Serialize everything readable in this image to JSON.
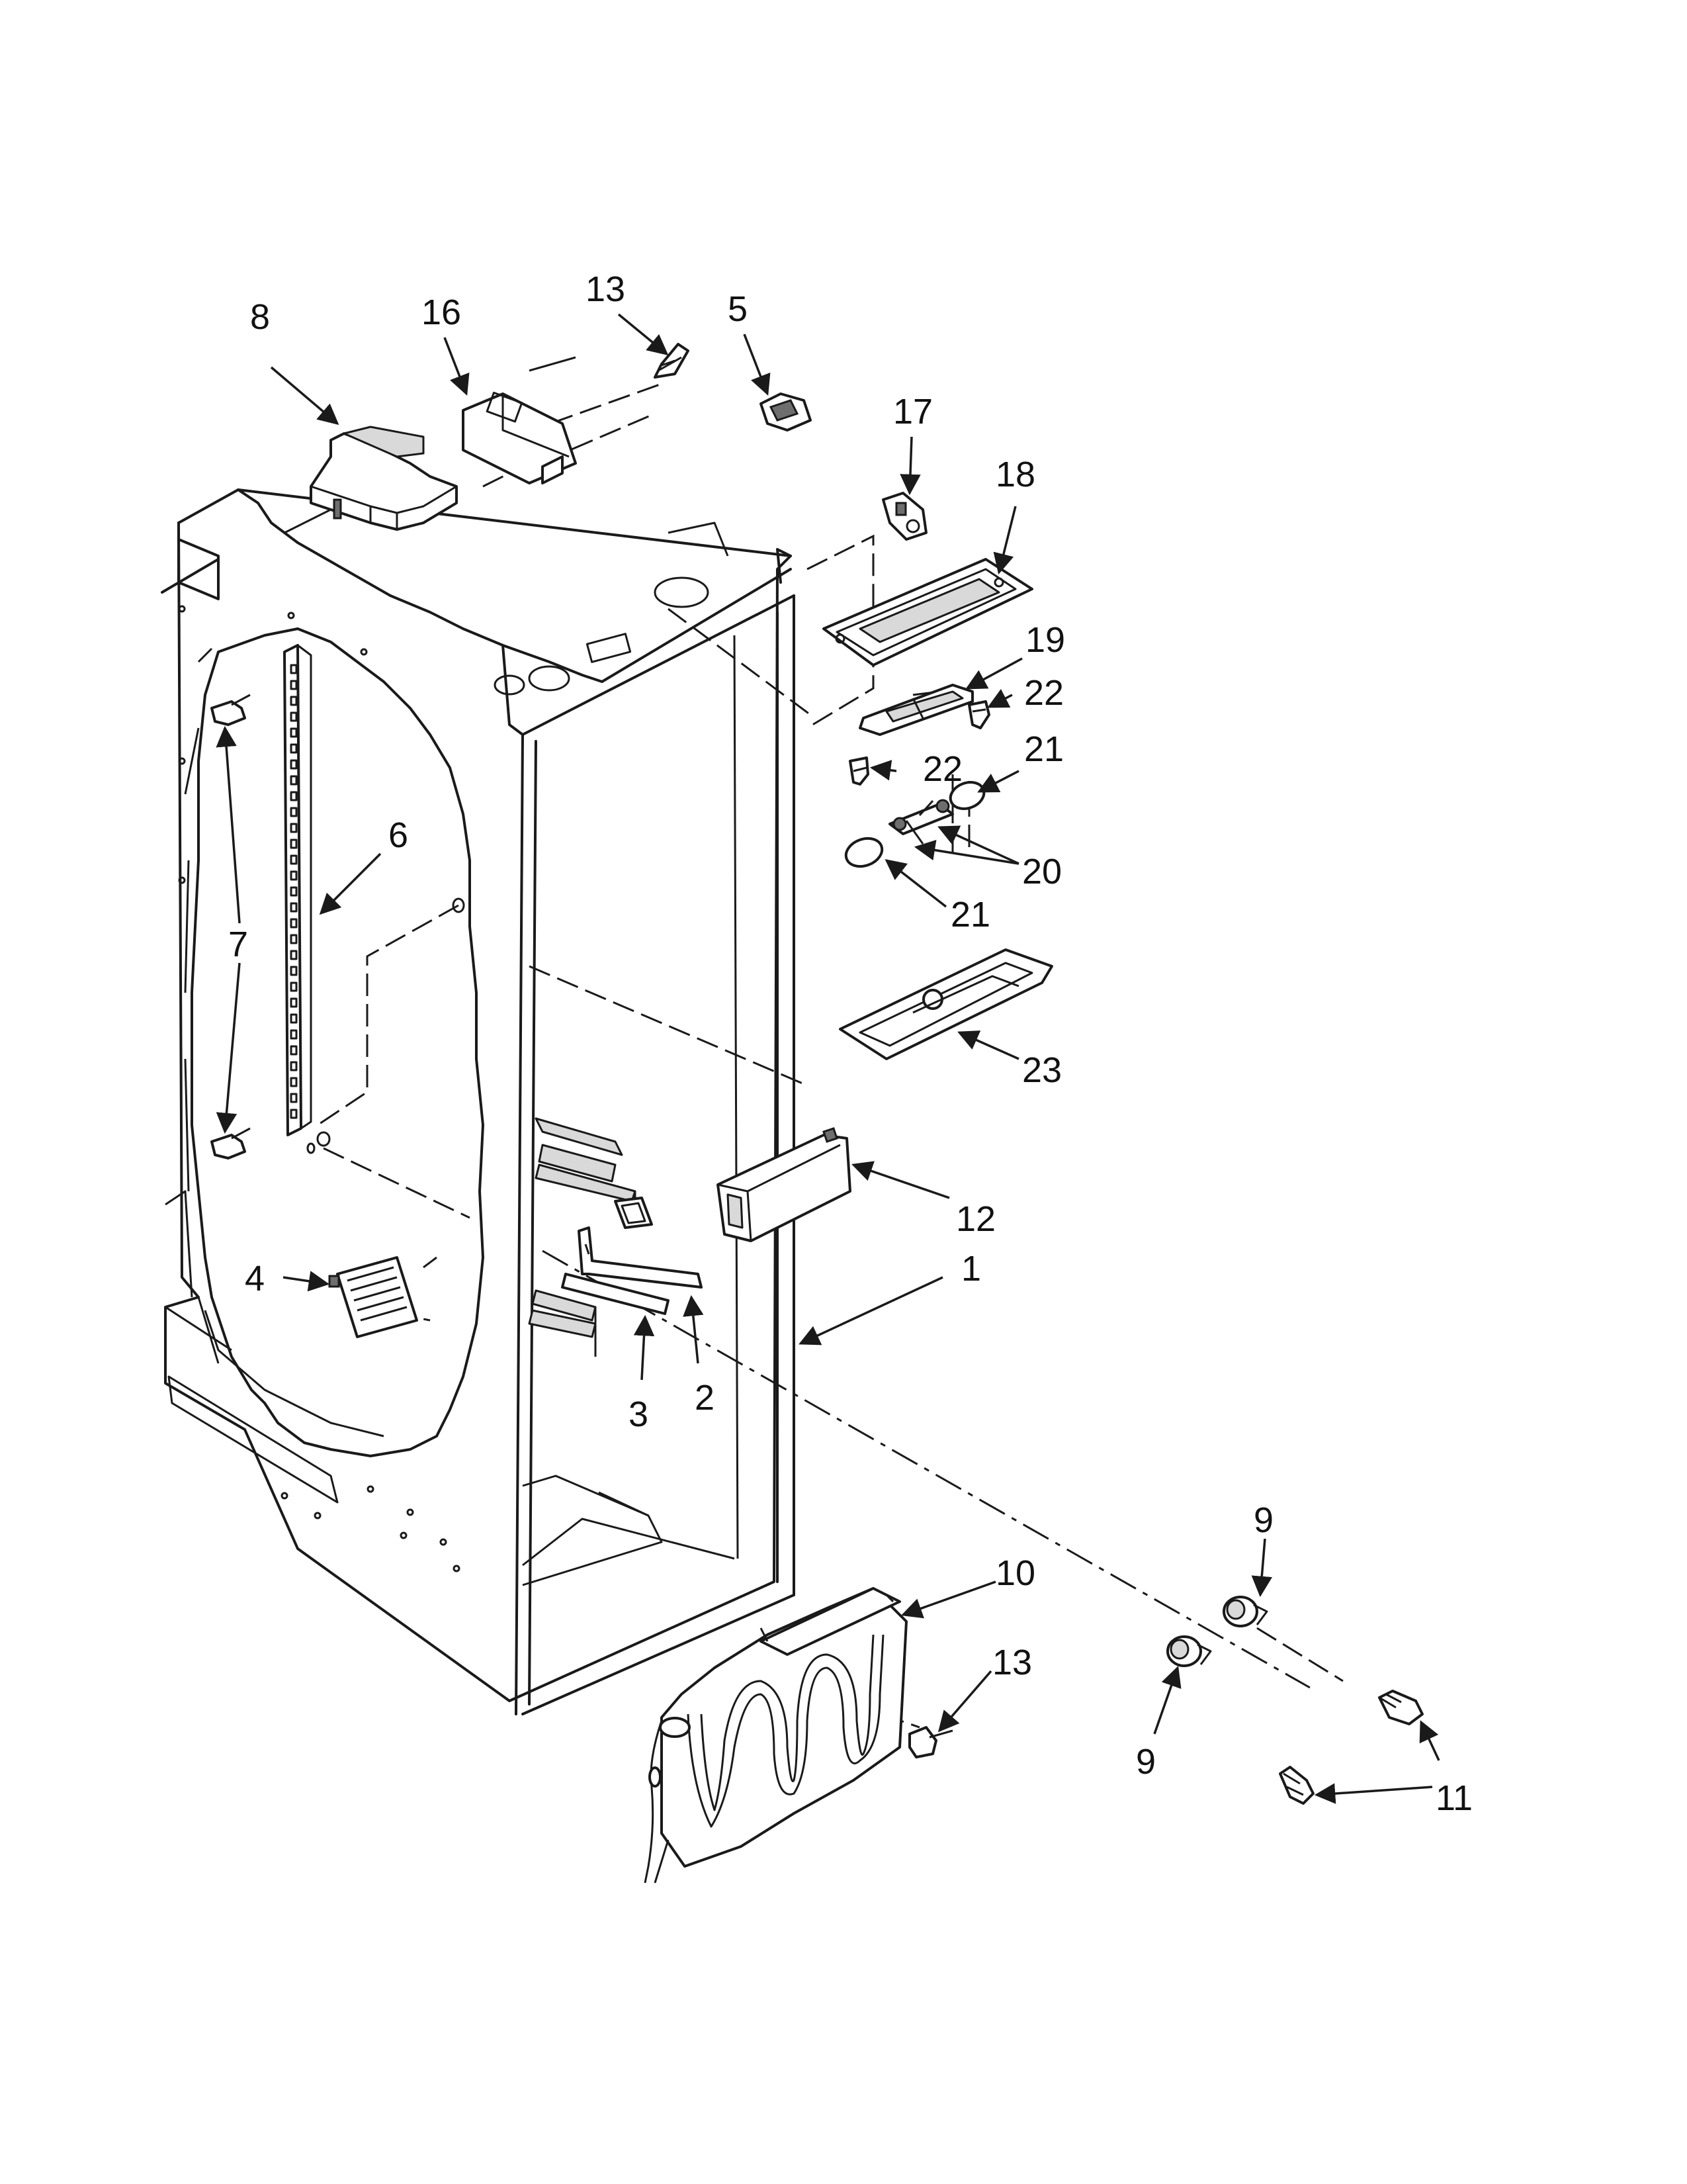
{
  "callouts": {
    "c1": "1",
    "c2": "2",
    "c3": "3",
    "c4": "4",
    "c5": "5",
    "c6": "6",
    "c7": "7",
    "c8": "8",
    "c9a": "9",
    "c9b": "9",
    "c10": "10",
    "c11": "11",
    "c12": "12",
    "c13a": "13",
    "c13b": "13",
    "c16": "16",
    "c17": "17",
    "c18": "18",
    "c19": "19",
    "c20": "20",
    "c21a": "21",
    "c21b": "21",
    "c22a": "22",
    "c22b": "22",
    "c23": "23"
  }
}
